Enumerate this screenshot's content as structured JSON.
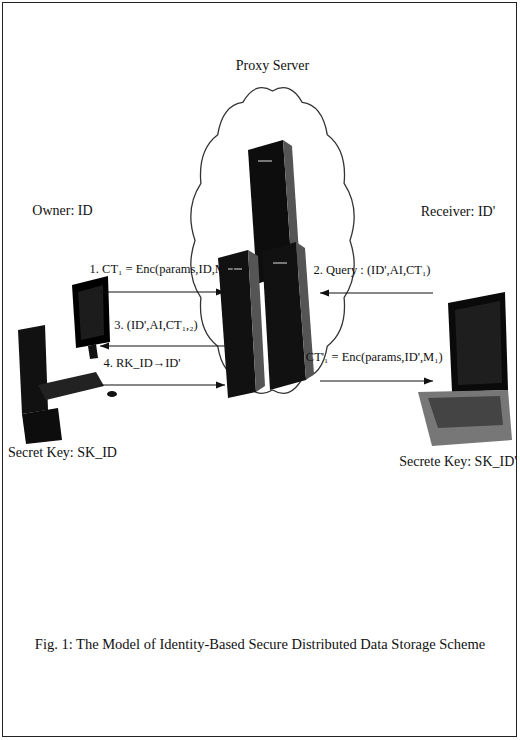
{
  "diagram": {
    "caption": "Fig. 1: The Model of Identity-Based Secure Distributed Data Storage Scheme",
    "nodes": [
      {
        "text": [
          "Owner: ID",
          "Secret Key: SK_ID"
        ]
      },
      {
        "text": [
          "Proxy Server"
        ]
      },
      {
        "text": [
          "Receiver: ID'",
          "Secrete Key: SK_ID'"
        ]
      }
    ],
    "edges": [
      {
        "from": 0,
        "to": 1,
        "arrow": "to",
        "label": "1. CT₁ = Enc(params,ID,M₁)"
      },
      {
        "from": 2,
        "to": 1,
        "arrow": "to",
        "label": "2. Query : (ID',AI,CT₁)"
      },
      {
        "from": 1,
        "to": 0,
        "arrow": "to",
        "label": "3. (ID',AI,CT₁,₂)"
      },
      {
        "from": 0,
        "to": 1,
        "arrow": "to",
        "label": "4. RK_ID→ID'"
      },
      {
        "from": 1,
        "to": 2,
        "arrow": "to",
        "label": "5. CT'₁ = Enc(params,ID',M₁)"
      }
    ]
  }
}
